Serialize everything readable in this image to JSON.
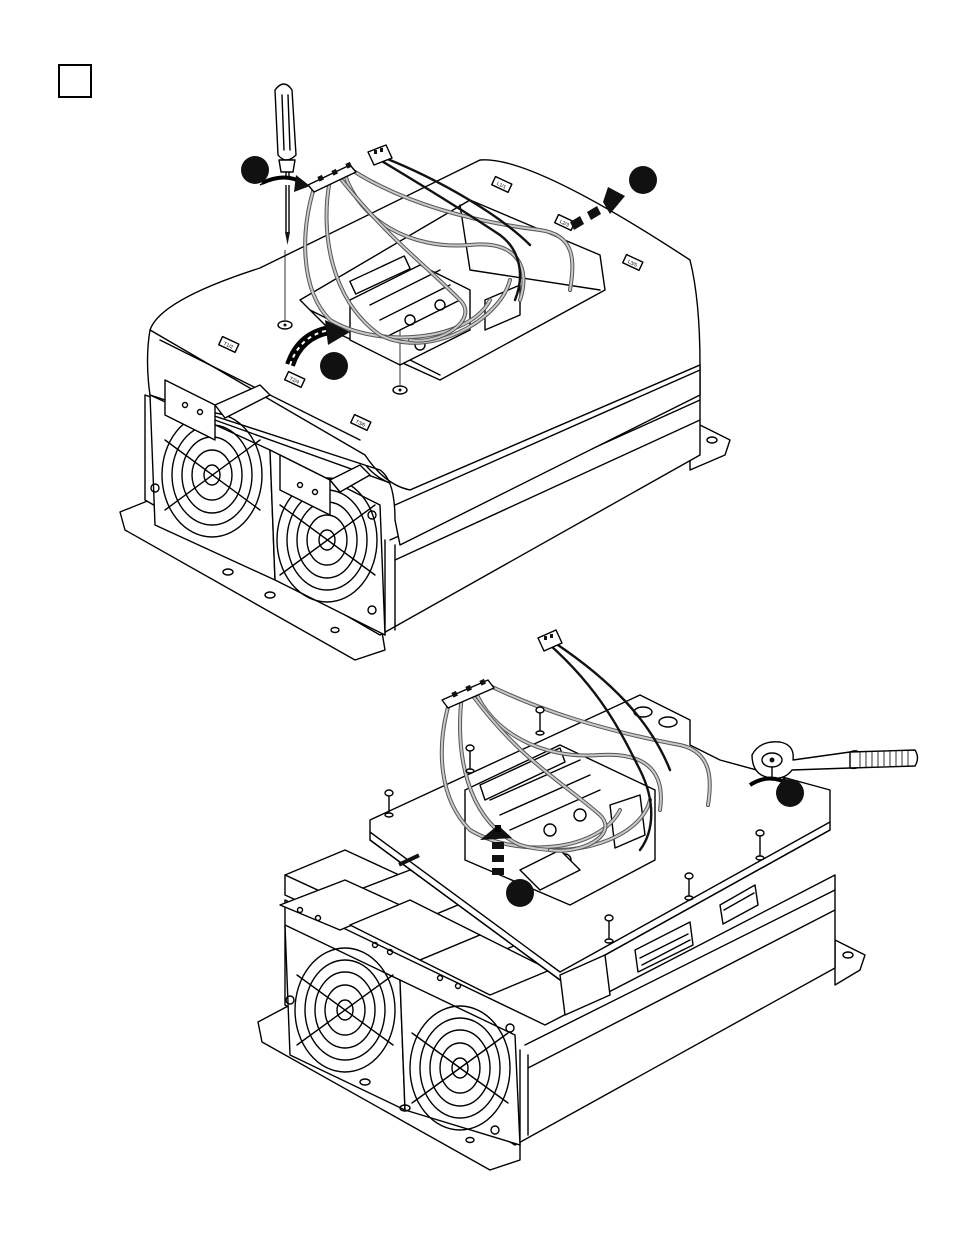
{
  "page": {
    "step_box_label": "",
    "background": "#ffffff",
    "ink": "#000000"
  },
  "upper_figure": {
    "callouts": [
      "",
      "",
      ""
    ],
    "terminal_labels": [
      "L1/1",
      "L2/3",
      "L3/5",
      "T1/2",
      "T2/4",
      "T3/6"
    ],
    "tool": "screwdriver-icon"
  },
  "lower_figure": {
    "callouts": [
      "",
      ""
    ],
    "tool": "ratchet-wrench-icon"
  }
}
